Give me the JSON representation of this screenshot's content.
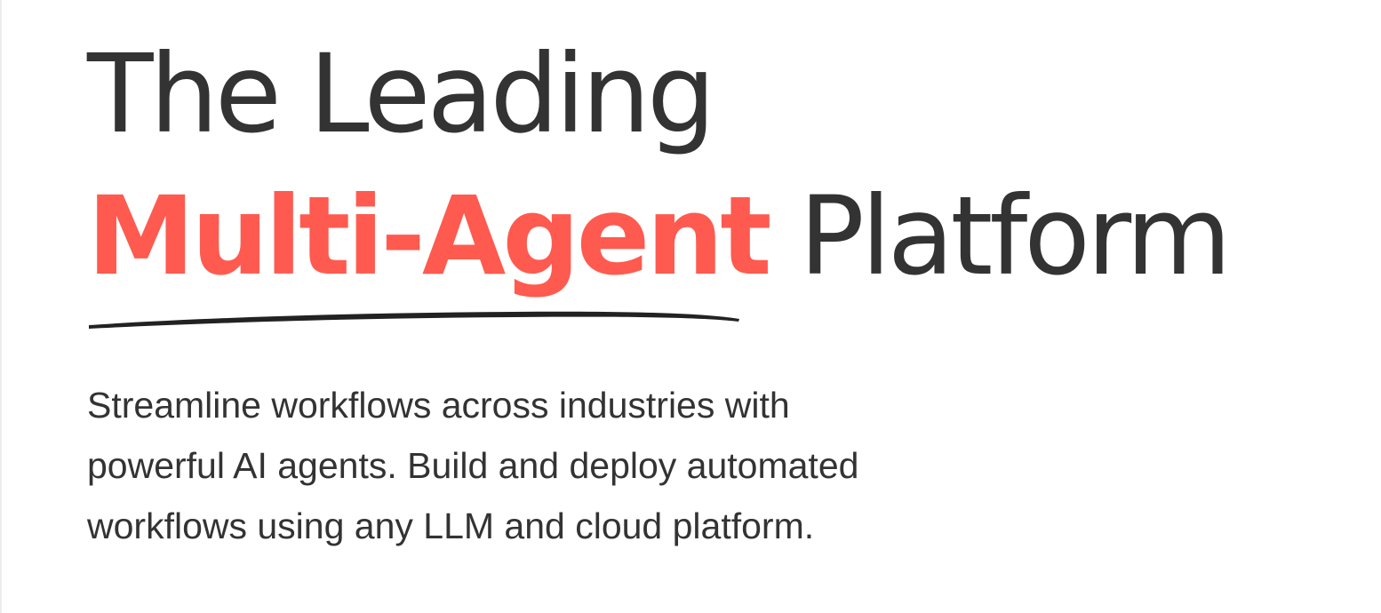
{
  "hero": {
    "headline_line1": "The Leading",
    "headline_accent": "Multi-Agent",
    "headline_rest": " Platform",
    "subtitle_lines": [
      "Streamline workflows across industries with",
      "powerful AI agents. Build and deploy automated",
      "workflows using any LLM and cloud platform."
    ]
  },
  "colors": {
    "accent": "#ff5a4f",
    "text": "#333333",
    "background": "#ffffff"
  }
}
